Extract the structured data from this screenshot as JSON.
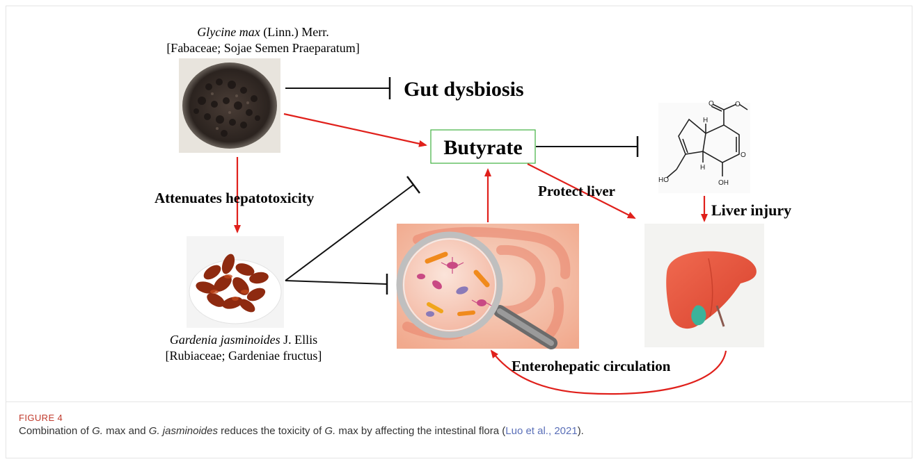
{
  "figure": {
    "title_top": {
      "italic": "Glycine max",
      "rest": " (Linn.) Merr.",
      "line2": "[Fabaceae; Sojae Semen Praeparatum]"
    },
    "title_bottom": {
      "italic": "Gardenia jasminoides",
      "rest": " J. Ellis",
      "line2": "[Rubiaceae; Gardeniae fructus]"
    },
    "nodes": {
      "gut_dysbiosis": "Gut dysbiosis",
      "butyrate": "Butyrate",
      "attenuates": "Attenuates hepatotoxicity",
      "protect_liver": "Protect liver",
      "liver_injury": "Liver injury",
      "enterohepatic": "Enterohepatic circulation"
    },
    "molecule_atoms": [
      "O",
      "O",
      "H",
      "O",
      "H",
      "HO",
      "OH"
    ],
    "colors": {
      "activation": "#e0201b",
      "inhibition": "#111111",
      "butyrate_border": "#3fb13f"
    }
  },
  "caption": {
    "label": "FIGURE 4",
    "segments": [
      {
        "text": "Combination of ",
        "italic": false
      },
      {
        "text": "G.",
        "italic": true
      },
      {
        "text": " max and ",
        "italic": false
      },
      {
        "text": "G. jasminoides",
        "italic": true
      },
      {
        "text": " reduces the toxicity of ",
        "italic": false
      },
      {
        "text": "G.",
        "italic": true
      },
      {
        "text": " max by affecting the intestinal flora (",
        "italic": false
      }
    ],
    "citation": "Luo et al., 2021",
    "end": ")."
  }
}
